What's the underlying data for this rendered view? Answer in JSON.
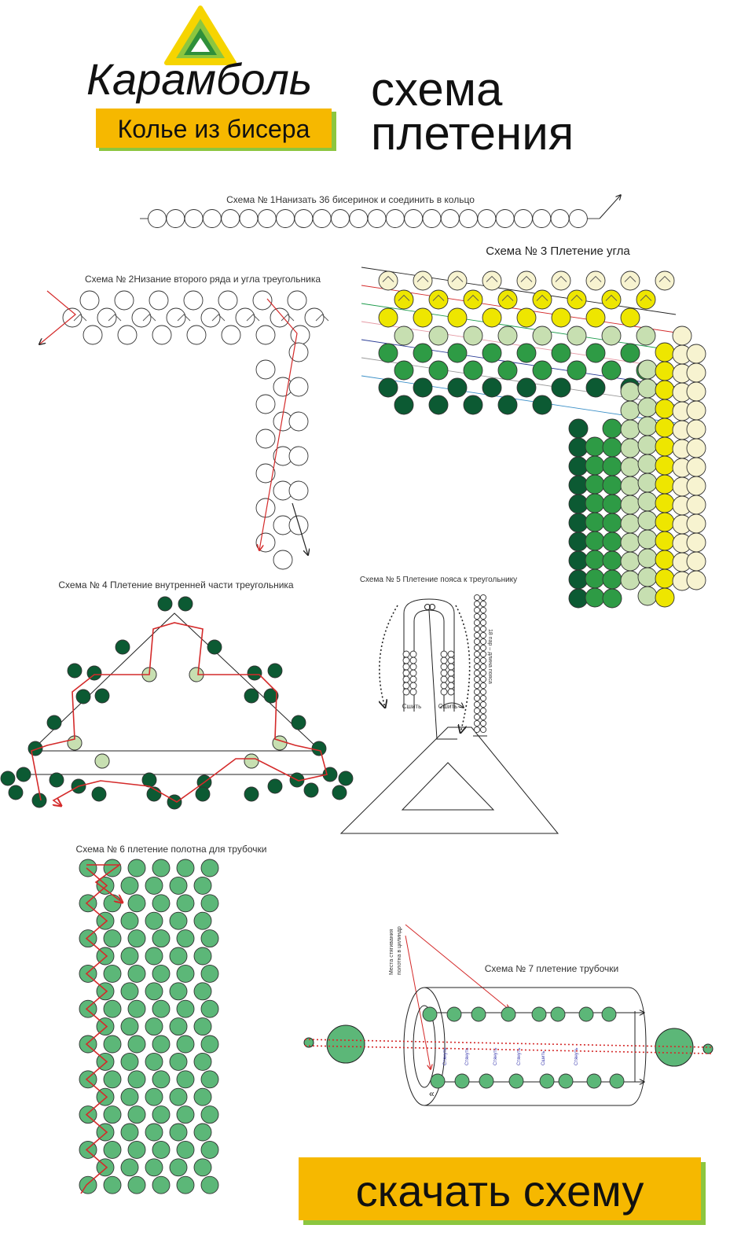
{
  "brand": {
    "name": "Карамболь",
    "product": "Колье из бисера"
  },
  "header": {
    "title_line1": "схема",
    "title_line2": "плетения"
  },
  "schemes": {
    "s1": {
      "title": "Схема № 1Нанизать 36 бисеринок и соединить в кольцо"
    },
    "s2": {
      "title": "Схема № 2Низание второго ряда и угла треугольника"
    },
    "s3": {
      "title": "Схема № 3 Плетение угла"
    },
    "s4": {
      "title": "Схема № 4 Плетение внутренней части треугольника"
    },
    "s5": {
      "title": "Схема № 5 Плетение пояса к треугольнику",
      "sew_left": "Сшить",
      "sew_right": "Сшить",
      "side_label": "18 пар – длина пояса"
    },
    "s6": {
      "title": "Схема № 6 плетение полотна для трубочки"
    },
    "s7": {
      "title": "Схема № 7 плетение трубочки",
      "callout_line1": "Места стягивания",
      "callout_line2": "полотна в цилиндр",
      "pull_label": "Стянуть",
      "sew_label": "Сшить"
    }
  },
  "cta": {
    "label": "скачать схему"
  },
  "colors": {
    "yellow": "#f6b800",
    "green_dark": "#1f6b3a",
    "green_brand": "#8cc63f",
    "bead_light": "#f7f3d0",
    "bead_yellow": "#eee600",
    "bead_pale": "#c7dfb1",
    "bead_mid": "#2e9b45",
    "bead_dark": "#0c5a33",
    "bead_tube": "#5cb778",
    "thread_red": "#d42a2a"
  }
}
